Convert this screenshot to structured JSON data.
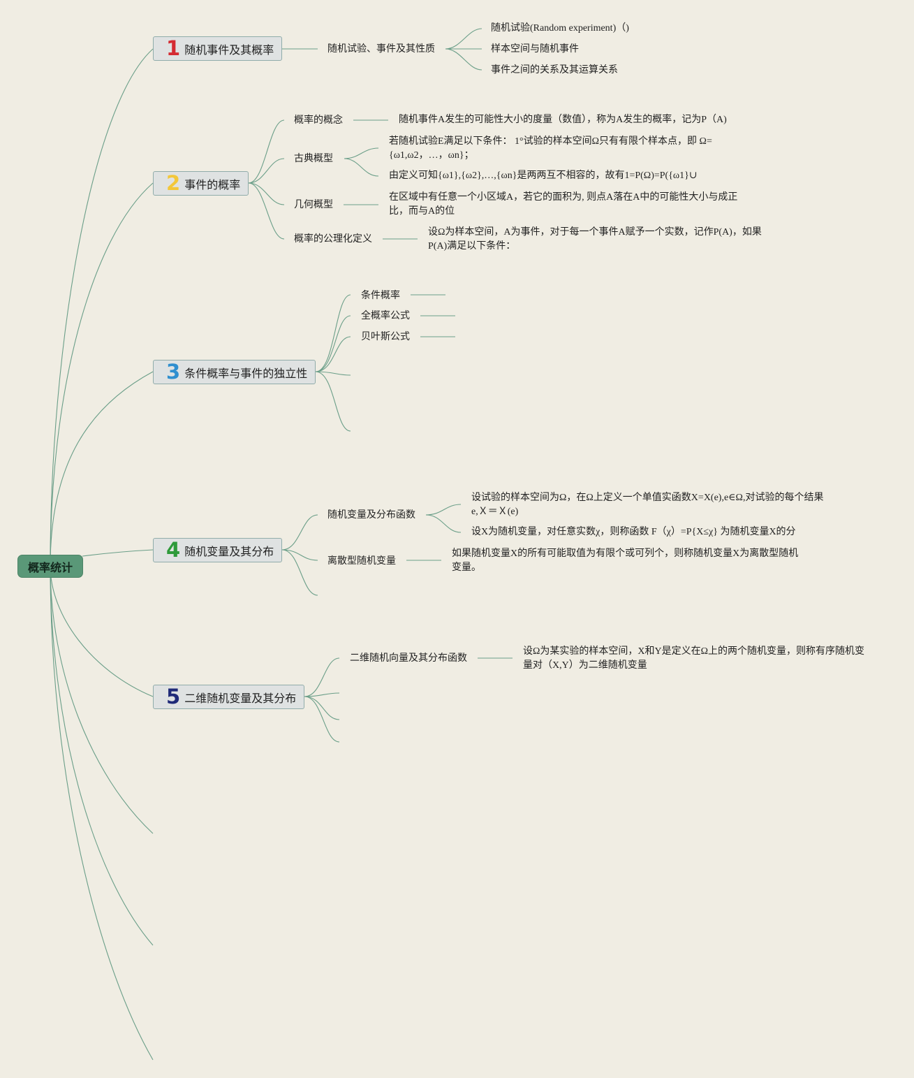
{
  "root": {
    "label": "概率统计"
  },
  "branches": [
    {
      "num": "1",
      "num_color": "#d42b32",
      "label": "随机事件及其概率",
      "children": [
        {
          "label": "随机试验、事件及其性质",
          "leaves": [
            "随机试验(Random experiment)（)",
            "样本空间与随机事件",
            "事件之间的关系及其运算关系"
          ]
        }
      ]
    },
    {
      "num": "2",
      "num_color": "#f3c73a",
      "label": "事件的概率",
      "children": [
        {
          "label": "概率的概念",
          "leaves": [
            "随机事件A发生的可能性大小的度量（数值），称为A发生的概率，记为P（A)"
          ]
        },
        {
          "label": "古典概型",
          "leaves": [
            "若随机试验E满足以下条件：  1°试验的样本空间Ω只有有限个样本点，即 Ω={ω1,ω2，…，ωn}；",
            "由定义可知{ω1},{ω2},…,{ωn}是两两互不相容的，故有1=P(Ω)=P({ω1}∪"
          ]
        },
        {
          "label": "几何概型",
          "leaves": [
            "在区域中有任意一个小区域A，若它的面积为, 则点A落在A中的可能性大小与成正比，而与A的位"
          ]
        },
        {
          "label": "概率的公理化定义",
          "leaves": [
            "设Ω为样本空间，A为事件，对于每一个事件A赋予一个实数，记作P(A)，如果P(A)满足以下条件："
          ]
        }
      ]
    },
    {
      "num": "3",
      "num_color": "#2f8fcf",
      "label": "条件概率与事件的独立性",
      "children": [
        {
          "label": "条件概率"
        },
        {
          "label": "全概率公式"
        },
        {
          "label": "贝叶斯公式"
        }
      ]
    },
    {
      "num": "4",
      "num_color": "#2e9a3a",
      "label": "随机变量及其分布",
      "children": [
        {
          "label": "随机变量及分布函数",
          "leaves": [
            "设试验的样本空间为Ω，在Ω上定义一个单值实函数X=X(e),e∈Ω,对试验的每个结果e,Ｘ＝Ｘ(e)",
            "设X为随机变量，对任意实数χ，则称函数 F（χ）=P{X≤χ} 为随机变量X的分"
          ]
        },
        {
          "label": "离散型随机变量",
          "leaves": [
            "如果随机变量X的所有可能取值为有限个或可列个，则称随机变量X为离散型随机变量。"
          ]
        }
      ]
    },
    {
      "num": "5",
      "num_color": "#1f2a78",
      "label": "二维随机变量及其分布",
      "children": [
        {
          "label": "二维随机向量及其分布函数",
          "leaves": [
            "设Ω为某实验的样本空间，X和Y是定义在Ω上的两个随机变量，则称有序随机变量对（X,Y）为二维随机变量"
          ]
        }
      ]
    }
  ]
}
